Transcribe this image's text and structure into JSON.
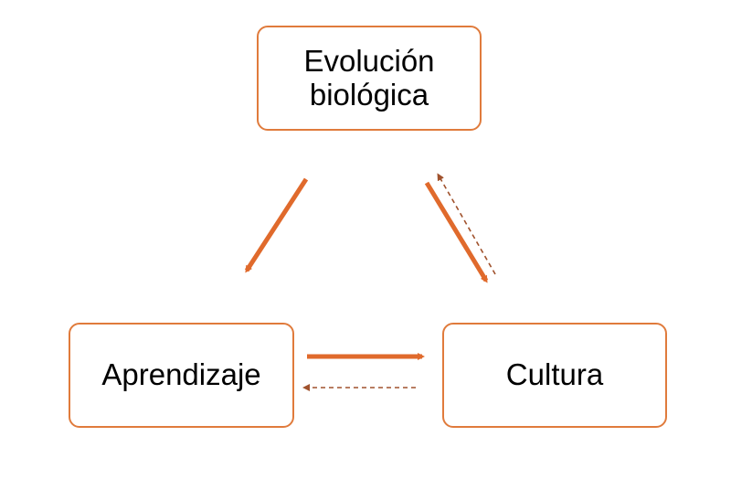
{
  "diagram": {
    "nodes": {
      "evolucion": {
        "label": "Evolución biológica"
      },
      "aprendizaje": {
        "label": "Aprendizaje"
      },
      "cultura": {
        "label": "Cultura"
      }
    },
    "edges": [
      {
        "from": "Evolución biológica",
        "to": "Aprendizaje",
        "style": "solid"
      },
      {
        "from": "Evolución biológica",
        "to": "Cultura",
        "style": "solid"
      },
      {
        "from": "Cultura",
        "to": "Evolución biológica",
        "style": "dashed"
      },
      {
        "from": "Aprendizaje",
        "to": "Cultura",
        "style": "solid"
      },
      {
        "from": "Cultura",
        "to": "Aprendizaje",
        "style": "dashed"
      }
    ],
    "colors": {
      "node_border": "#e07b3c",
      "solid_arrow": "#e06a2c",
      "dashed_arrow": "#a0522d",
      "text": "#000000"
    }
  }
}
